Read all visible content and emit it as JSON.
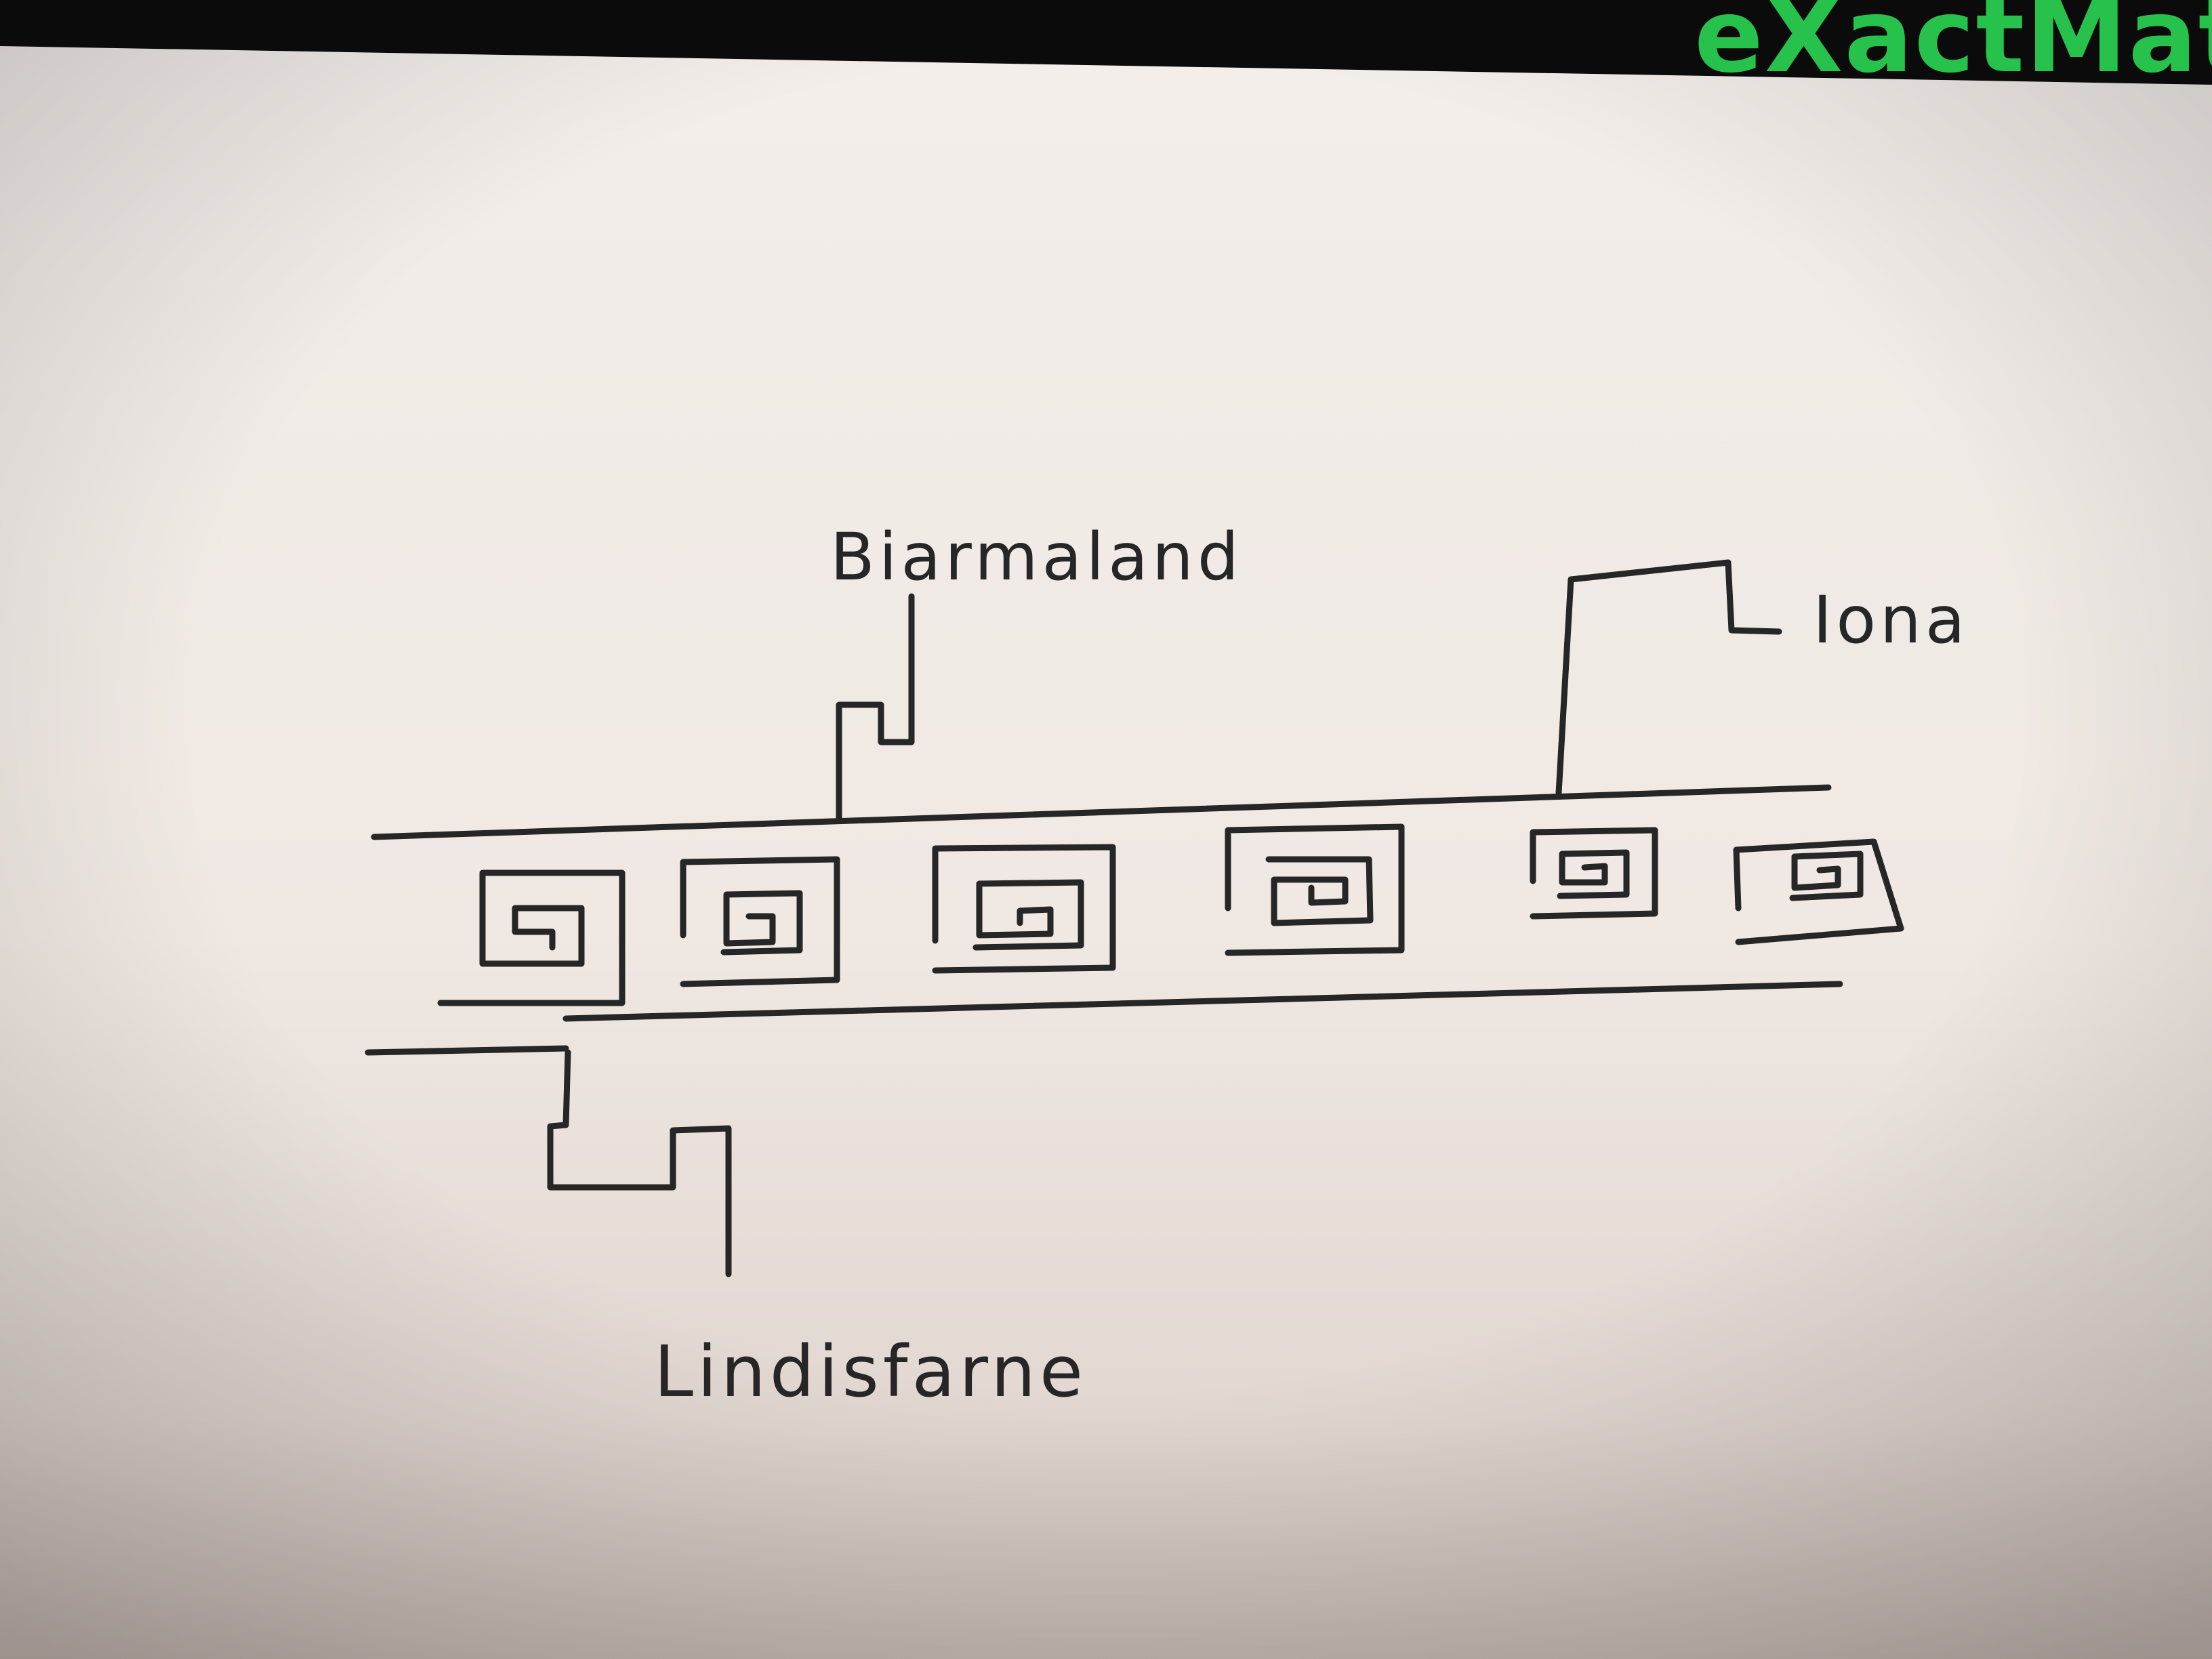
{
  "background_mat": {
    "brand_text": "eXactMat",
    "brand_color": "#27c24c",
    "mat_color": "#0b0b0b"
  },
  "paper": {
    "color_light": "#f1ece7",
    "color_shadow": "#cfc3bc"
  },
  "diagram": {
    "ink_color": "#262626",
    "labels": {
      "north_top": "Biarmaland",
      "north_right": "Iona",
      "south": "Lindisfarne"
    },
    "spiral_motif_count": 6
  }
}
